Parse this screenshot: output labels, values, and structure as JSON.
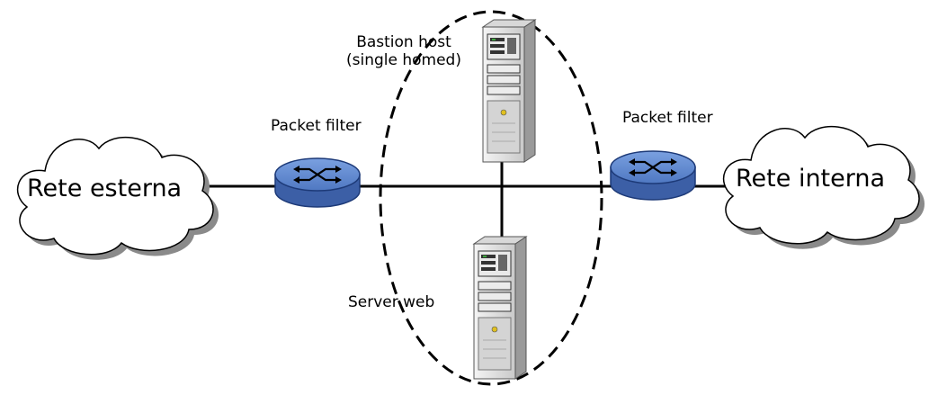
{
  "labels": {
    "external_network": "Rete esterna",
    "internal_network": "Rete interna",
    "packet_filter_left": "Packet filter",
    "packet_filter_right": "Packet filter",
    "bastion_line1": "Bastion host",
    "bastion_line2": "(single homed)",
    "server_web": "Server web"
  },
  "colors": {
    "router_top": "#5b82c9",
    "router_side": "#3f63ab",
    "server_body": "#e2e2e2",
    "line": "#000000"
  },
  "icons": [
    "cloud-icon",
    "router-icon",
    "server-icon"
  ]
}
